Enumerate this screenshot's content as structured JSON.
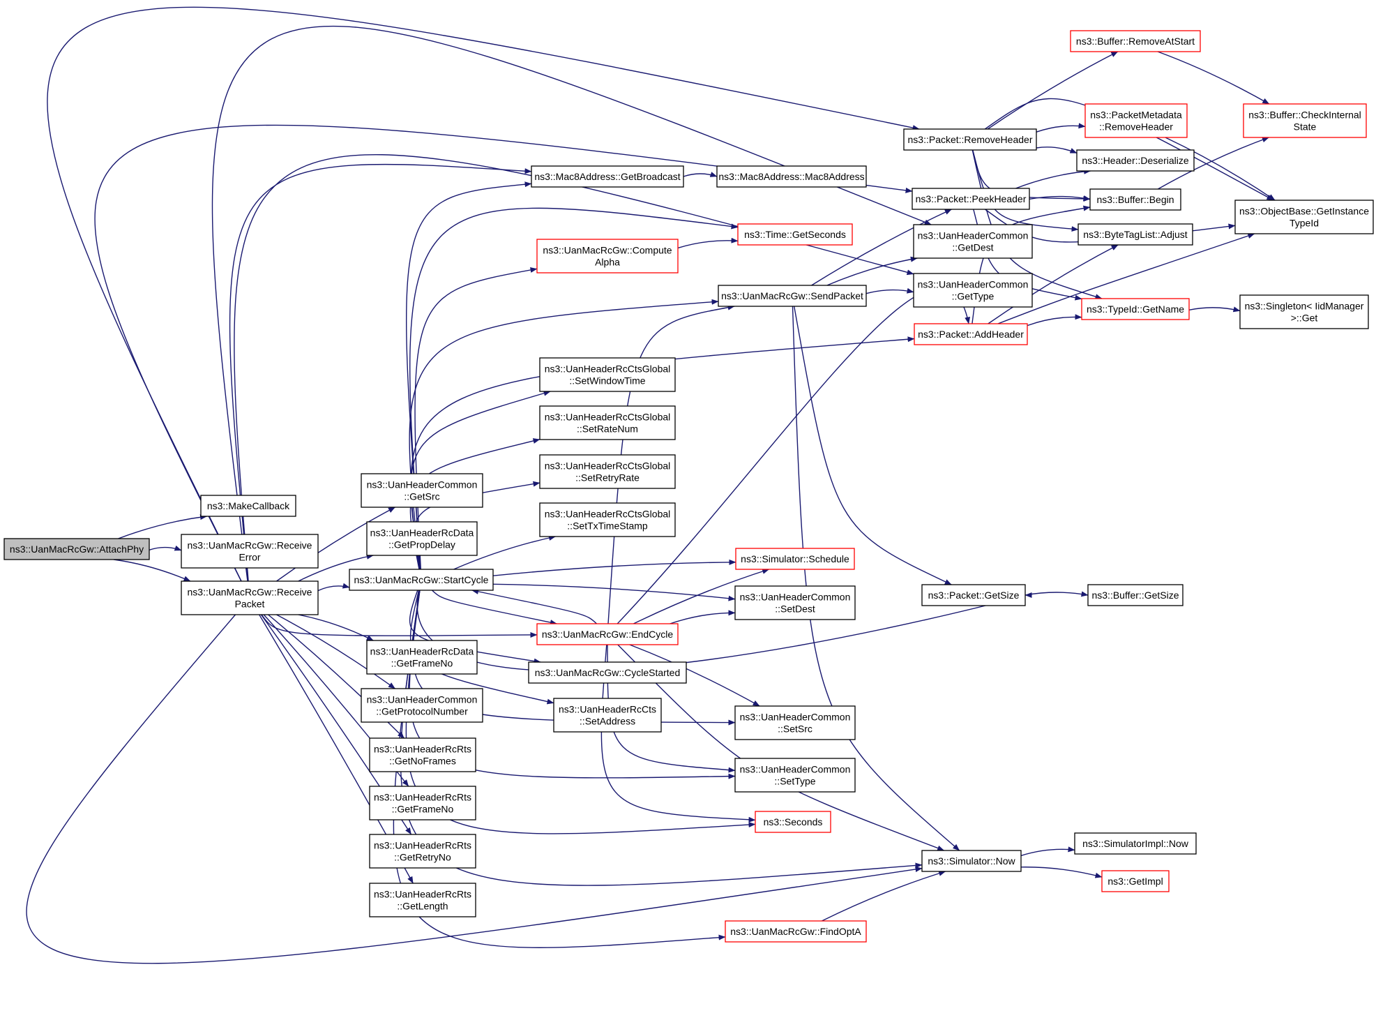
{
  "colors": {
    "edge": "#191970",
    "node_border_default": "#000000",
    "node_border_truncated": "#ff0000",
    "node_fill_root": "#bfbfbf",
    "node_fill_default": "#ffffff"
  },
  "nodes": [
    {
      "id": "attachphy",
      "lines": [
        "ns3::UanMacRcGw::AttachPhy"
      ],
      "root": true
    },
    {
      "id": "makecallback",
      "lines": [
        "ns3::MakeCallback"
      ]
    },
    {
      "id": "receiveerror",
      "lines": [
        "ns3::UanMacRcGw::Receive",
        "Error"
      ]
    },
    {
      "id": "receivepacket",
      "lines": [
        "ns3::UanMacRcGw::Receive",
        "Packet"
      ]
    },
    {
      "id": "common_getsrc",
      "lines": [
        "ns3::UanHeaderCommon",
        "::GetSrc"
      ]
    },
    {
      "id": "rcdata_getpropdelay",
      "lines": [
        "ns3::UanHeaderRcData",
        "::GetPropDelay"
      ]
    },
    {
      "id": "startcycle",
      "lines": [
        "ns3::UanMacRcGw::StartCycle"
      ]
    },
    {
      "id": "rcdata_getframeno",
      "lines": [
        "ns3::UanHeaderRcData",
        "::GetFrameNo"
      ]
    },
    {
      "id": "common_getprotocol",
      "lines": [
        "ns3::UanHeaderCommon",
        "::GetProtocolNumber"
      ]
    },
    {
      "id": "rcrts_getnoframes",
      "lines": [
        "ns3::UanHeaderRcRts",
        "::GetNoFrames"
      ]
    },
    {
      "id": "rcrts_getframeno",
      "lines": [
        "ns3::UanHeaderRcRts",
        "::GetFrameNo"
      ]
    },
    {
      "id": "rcrts_getretryno",
      "lines": [
        "ns3::UanHeaderRcRts",
        "::GetRetryNo"
      ]
    },
    {
      "id": "rcrts_getlength",
      "lines": [
        "ns3::UanHeaderRcRts",
        "::GetLength"
      ]
    },
    {
      "id": "mac8_getbroadcast",
      "lines": [
        "ns3::Mac8Address::GetBroadcast"
      ]
    },
    {
      "id": "mac8_ctor",
      "lines": [
        "ns3::Mac8Address::Mac8Address"
      ]
    },
    {
      "id": "computealpha",
      "lines": [
        "ns3::UanMacRcGw::Compute",
        "Alpha"
      ],
      "truncated": true
    },
    {
      "id": "time_getseconds",
      "lines": [
        "ns3::Time::GetSeconds"
      ],
      "truncated": true
    },
    {
      "id": "sendpacket",
      "lines": [
        "ns3::UanMacRcGw::SendPacket"
      ]
    },
    {
      "id": "ctsglobal_setwindowtime",
      "lines": [
        "ns3::UanHeaderRcCtsGlobal",
        "::SetWindowTime"
      ]
    },
    {
      "id": "ctsglobal_setratenum",
      "lines": [
        "ns3::UanHeaderRcCtsGlobal",
        "::SetRateNum"
      ]
    },
    {
      "id": "ctsglobal_setretryrate",
      "lines": [
        "ns3::UanHeaderRcCtsGlobal",
        "::SetRetryRate"
      ]
    },
    {
      "id": "ctsglobal_settxtimestamp",
      "lines": [
        "ns3::UanHeaderRcCtsGlobal",
        "::SetTxTimeStamp"
      ]
    },
    {
      "id": "sim_schedule",
      "lines": [
        "ns3::Simulator::Schedule"
      ],
      "truncated": true
    },
    {
      "id": "common_setdest",
      "lines": [
        "ns3::UanHeaderCommon",
        "::SetDest"
      ]
    },
    {
      "id": "endcycle",
      "lines": [
        "ns3::UanMacRcGw::EndCycle"
      ],
      "truncated": true
    },
    {
      "id": "cyclestarted",
      "lines": [
        "ns3::UanMacRcGw::CycleStarted"
      ]
    },
    {
      "id": "rccts_setaddress",
      "lines": [
        "ns3::UanHeaderRcCts",
        "::SetAddress"
      ]
    },
    {
      "id": "common_setsrc",
      "lines": [
        "ns3::UanHeaderCommon",
        "::SetSrc"
      ]
    },
    {
      "id": "common_settype",
      "lines": [
        "ns3::UanHeaderCommon",
        "::SetType"
      ]
    },
    {
      "id": "seconds",
      "lines": [
        "ns3::Seconds"
      ],
      "truncated": true
    },
    {
      "id": "findopta",
      "lines": [
        "ns3::UanMacRcGw::FindOptA"
      ],
      "truncated": true
    },
    {
      "id": "pkt_removeheader",
      "lines": [
        "ns3::Packet::RemoveHeader"
      ]
    },
    {
      "id": "pkt_peekheader",
      "lines": [
        "ns3::Packet::PeekHeader"
      ]
    },
    {
      "id": "common_getdest",
      "lines": [
        "ns3::UanHeaderCommon",
        "::GetDest"
      ]
    },
    {
      "id": "common_gettype",
      "lines": [
        "ns3::UanHeaderCommon",
        "::GetType"
      ]
    },
    {
      "id": "pkt_addheader",
      "lines": [
        "ns3::Packet::AddHeader"
      ],
      "truncated": true
    },
    {
      "id": "pkt_getsize",
      "lines": [
        "ns3::Packet::GetSize"
      ]
    },
    {
      "id": "sim_now",
      "lines": [
        "ns3::Simulator::Now"
      ]
    },
    {
      "id": "buf_removeatstart",
      "lines": [
        "ns3::Buffer::RemoveAtStart"
      ],
      "truncated": true
    },
    {
      "id": "pktmeta_removeheader",
      "lines": [
        "ns3::PacketMetadata",
        "::RemoveHeader"
      ],
      "truncated": true
    },
    {
      "id": "header_deserialize",
      "lines": [
        "ns3::Header::Deserialize"
      ]
    },
    {
      "id": "buf_begin",
      "lines": [
        "ns3::Buffer::Begin"
      ]
    },
    {
      "id": "bytetaglist_adjust",
      "lines": [
        "ns3::ByteTagList::Adjust"
      ]
    },
    {
      "id": "typeid_getname",
      "lines": [
        "ns3::TypeId::GetName"
      ],
      "truncated": true
    },
    {
      "id": "buf_getsize",
      "lines": [
        "ns3::Buffer::GetSize"
      ]
    },
    {
      "id": "simimpl_now",
      "lines": [
        "ns3::SimulatorImpl::Now"
      ]
    },
    {
      "id": "getimpl",
      "lines": [
        "ns3::GetImpl"
      ],
      "truncated": true
    },
    {
      "id": "buf_checkinternalstate",
      "lines": [
        "ns3::Buffer::CheckInternal",
        "State"
      ],
      "truncated": true
    },
    {
      "id": "objbase_getinstancetypeid",
      "lines": [
        "ns3::ObjectBase::GetInstance",
        "TypeId"
      ]
    },
    {
      "id": "singleton_get",
      "lines": [
        "ns3::Singleton< IidManager",
        " >::Get"
      ]
    }
  ],
  "edges": [
    [
      "attachphy",
      "makecallback"
    ],
    [
      "attachphy",
      "receiveerror"
    ],
    [
      "attachphy",
      "receivepacket"
    ],
    [
      "receivepacket",
      "common_getsrc"
    ],
    [
      "receivepacket",
      "rcdata_getpropdelay"
    ],
    [
      "receivepacket",
      "startcycle"
    ],
    [
      "receivepacket",
      "rcdata_getframeno"
    ],
    [
      "receivepacket",
      "common_getprotocol"
    ],
    [
      "receivepacket",
      "rcrts_getnoframes"
    ],
    [
      "receivepacket",
      "rcrts_getframeno"
    ],
    [
      "receivepacket",
      "rcrts_getretryno"
    ],
    [
      "receivepacket",
      "rcrts_getlength"
    ],
    [
      "receivepacket",
      "mac8_getbroadcast"
    ],
    [
      "receivepacket",
      "pkt_removeheader"
    ],
    [
      "receivepacket",
      "pkt_peekheader"
    ],
    [
      "receivepacket",
      "common_getdest"
    ],
    [
      "receivepacket",
      "common_gettype"
    ],
    [
      "receivepacket",
      "sim_now"
    ],
    [
      "receivepacket",
      "endcycle"
    ],
    [
      "startcycle",
      "mac8_getbroadcast"
    ],
    [
      "startcycle",
      "computealpha"
    ],
    [
      "startcycle",
      "time_getseconds"
    ],
    [
      "startcycle",
      "sendpacket"
    ],
    [
      "startcycle",
      "pkt_addheader"
    ],
    [
      "startcycle",
      "ctsglobal_setwindowtime"
    ],
    [
      "startcycle",
      "ctsglobal_setratenum"
    ],
    [
      "startcycle",
      "ctsglobal_setretryrate"
    ],
    [
      "startcycle",
      "ctsglobal_settxtimestamp"
    ],
    [
      "startcycle",
      "sim_schedule"
    ],
    [
      "startcycle",
      "common_setdest"
    ],
    [
      "startcycle",
      "endcycle"
    ],
    [
      "startcycle",
      "cyclestarted"
    ],
    [
      "startcycle",
      "rccts_setaddress"
    ],
    [
      "startcycle",
      "common_setsrc"
    ],
    [
      "startcycle",
      "common_settype"
    ],
    [
      "startcycle",
      "seconds"
    ],
    [
      "startcycle",
      "pkt_getsize"
    ],
    [
      "startcycle",
      "sim_now"
    ],
    [
      "startcycle",
      "findopta"
    ],
    [
      "mac8_getbroadcast",
      "mac8_ctor"
    ],
    [
      "computealpha",
      "time_getseconds"
    ],
    [
      "sendpacket",
      "pkt_peekheader"
    ],
    [
      "sendpacket",
      "common_getdest"
    ],
    [
      "sendpacket",
      "common_gettype"
    ],
    [
      "sendpacket",
      "pkt_getsize"
    ],
    [
      "sendpacket",
      "sim_now"
    ],
    [
      "endcycle",
      "startcycle"
    ],
    [
      "endcycle",
      "sendpacket"
    ],
    [
      "endcycle",
      "sim_schedule"
    ],
    [
      "endcycle",
      "common_setdest"
    ],
    [
      "endcycle",
      "common_setsrc"
    ],
    [
      "endcycle",
      "common_settype"
    ],
    [
      "endcycle",
      "seconds"
    ],
    [
      "endcycle",
      "pkt_addheader"
    ],
    [
      "endcycle",
      "sim_now"
    ],
    [
      "findopta",
      "sim_now"
    ],
    [
      "pkt_removeheader",
      "buf_removeatstart"
    ],
    [
      "pkt_removeheader",
      "pktmeta_removeheader"
    ],
    [
      "pkt_removeheader",
      "header_deserialize"
    ],
    [
      "pkt_removeheader",
      "buf_begin"
    ],
    [
      "pkt_removeheader",
      "bytetaglist_adjust"
    ],
    [
      "pkt_removeheader",
      "typeid_getname"
    ],
    [
      "pkt_removeheader",
      "objbase_getinstancetypeid"
    ],
    [
      "pkt_peekheader",
      "header_deserialize"
    ],
    [
      "pkt_peekheader",
      "buf_begin"
    ],
    [
      "pkt_peekheader",
      "typeid_getname"
    ],
    [
      "pkt_peekheader",
      "objbase_getinstancetypeid"
    ],
    [
      "pkt_addheader",
      "buf_begin"
    ],
    [
      "pkt_addheader",
      "bytetaglist_adjust"
    ],
    [
      "pkt_addheader",
      "typeid_getname"
    ],
    [
      "pkt_addheader",
      "objbase_getinstancetypeid"
    ],
    [
      "pkt_getsize",
      "buf_getsize"
    ],
    [
      "sim_now",
      "simimpl_now"
    ],
    [
      "sim_now",
      "getimpl"
    ],
    [
      "buf_removeatstart",
      "buf_checkinternalstate"
    ],
    [
      "buf_begin",
      "buf_checkinternalstate"
    ],
    [
      "pktmeta_removeheader",
      "objbase_getinstancetypeid"
    ],
    [
      "typeid_getname",
      "singleton_get"
    ]
  ]
}
